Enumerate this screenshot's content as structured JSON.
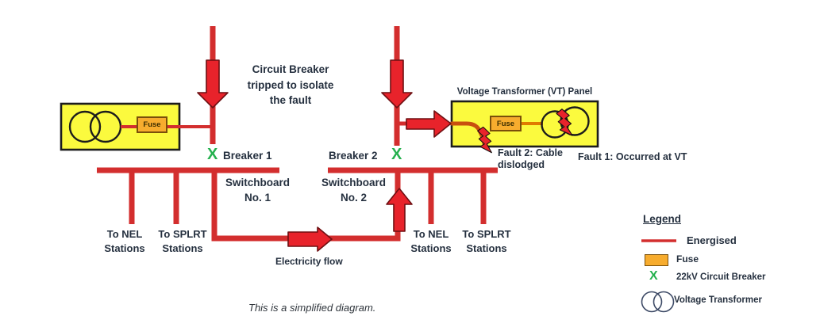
{
  "colors": {
    "energised": "#D32E2E",
    "arrow_fill": "#E8232B",
    "arrow_edge": "#6E0F12",
    "panel_yellow": "#FBFA3E",
    "panel_border": "#1C1C1C",
    "fuse_fill": "#F7AC2E",
    "fuse_border": "#7A4F0A",
    "breaker_green": "#25B14E",
    "text": "#25303F",
    "cable": "#C8500E",
    "fuse_link": "#E07B00",
    "legend_circle": "#3D4A66"
  },
  "source_panel": {
    "fuse_label": "Fuse"
  },
  "note": {
    "line1": "Circuit Breaker",
    "line2": "tripped to isolate",
    "line3": "the fault"
  },
  "breaker1": {
    "label": "Breaker 1",
    "symbol": "X"
  },
  "breaker2": {
    "label": "Breaker 2",
    "symbol": "X"
  },
  "switchboard1": {
    "line1": "Switchboard",
    "line2": "No. 1",
    "nel": {
      "line1": "To NEL",
      "line2": "Stations"
    },
    "splrt": {
      "line1": "To SPLRT",
      "line2": "Stations"
    }
  },
  "switchboard2": {
    "line1": "Switchboard",
    "line2": "No. 2",
    "nel": {
      "line1": "To NEL",
      "line2": "Stations"
    },
    "splrt": {
      "line1": "To SPLRT",
      "line2": "Stations"
    }
  },
  "flow_label": "Electricity flow",
  "vt_panel": {
    "title": "Voltage Transformer (VT) Panel",
    "fuse_label": "Fuse"
  },
  "faults": {
    "fault1": "Fault 1: Occurred at VT",
    "fault2_line1": "Fault 2: Cable",
    "fault2_line2": "dislodged"
  },
  "legend": {
    "title": "Legend",
    "energised": "Energised",
    "fuse": "Fuse",
    "breaker_symbol": "X",
    "breaker": "22kV Circuit Breaker",
    "transformer": "Voltage Transformer"
  },
  "footnote": "This is a simplified diagram."
}
